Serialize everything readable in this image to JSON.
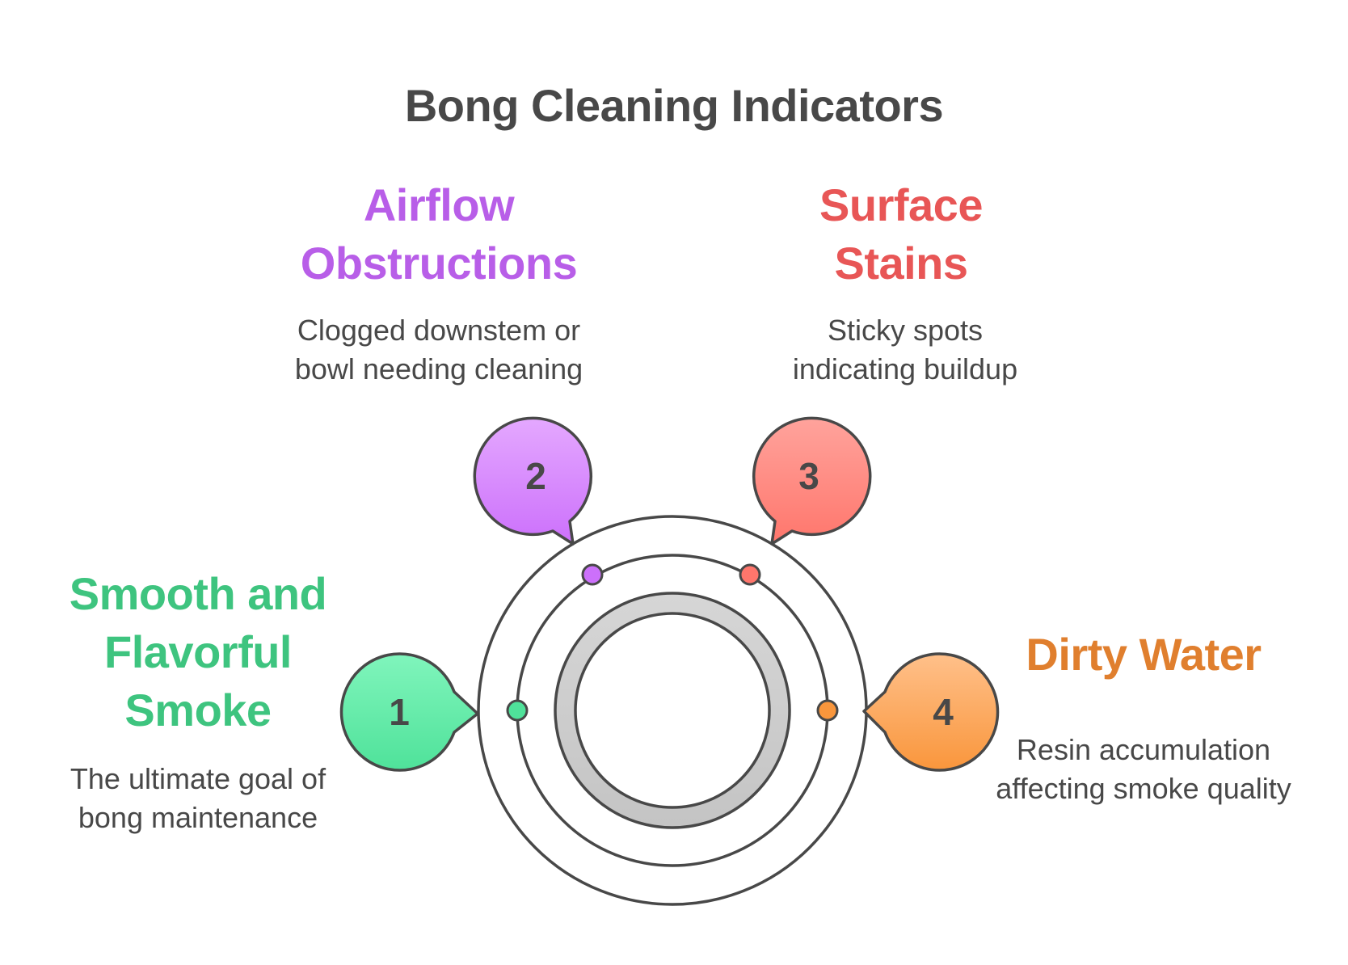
{
  "title": "Bong Cleaning Indicators",
  "items": [
    {
      "number": "1",
      "heading_lines": [
        "Smooth and",
        "Flavorful",
        "Smoke"
      ],
      "description_lines": [
        "The ultimate goal of",
        "bong maintenance"
      ],
      "color": "#3ec47f",
      "bubble_top": "#80f5bc",
      "bubble_bottom": "#4fe29a"
    },
    {
      "number": "2",
      "heading_lines": [
        "Airflow",
        "Obstructions"
      ],
      "description_lines": [
        "Clogged downstem or",
        "bowl needing cleaning"
      ],
      "color": "#b85ee8",
      "bubble_top": "#e4a8ff",
      "bubble_bottom": "#cc70fb"
    },
    {
      "number": "3",
      "heading_lines": [
        "Surface",
        "Stains"
      ],
      "description_lines": [
        "Sticky spots",
        "indicating buildup"
      ],
      "color": "#e85656",
      "bubble_top": "#ffa39c",
      "bubble_bottom": "#ff766c"
    },
    {
      "number": "4",
      "heading_lines": [
        "Dirty Water"
      ],
      "description_lines": [
        "Resin accumulation",
        "affecting smoke quality"
      ],
      "color": "#e07f2e",
      "bubble_top": "#ffc08a",
      "bubble_bottom": "#f9963c"
    }
  ],
  "colors": {
    "stroke": "#484848",
    "ring_gray": "#cfcfcf",
    "text": "#484848"
  }
}
